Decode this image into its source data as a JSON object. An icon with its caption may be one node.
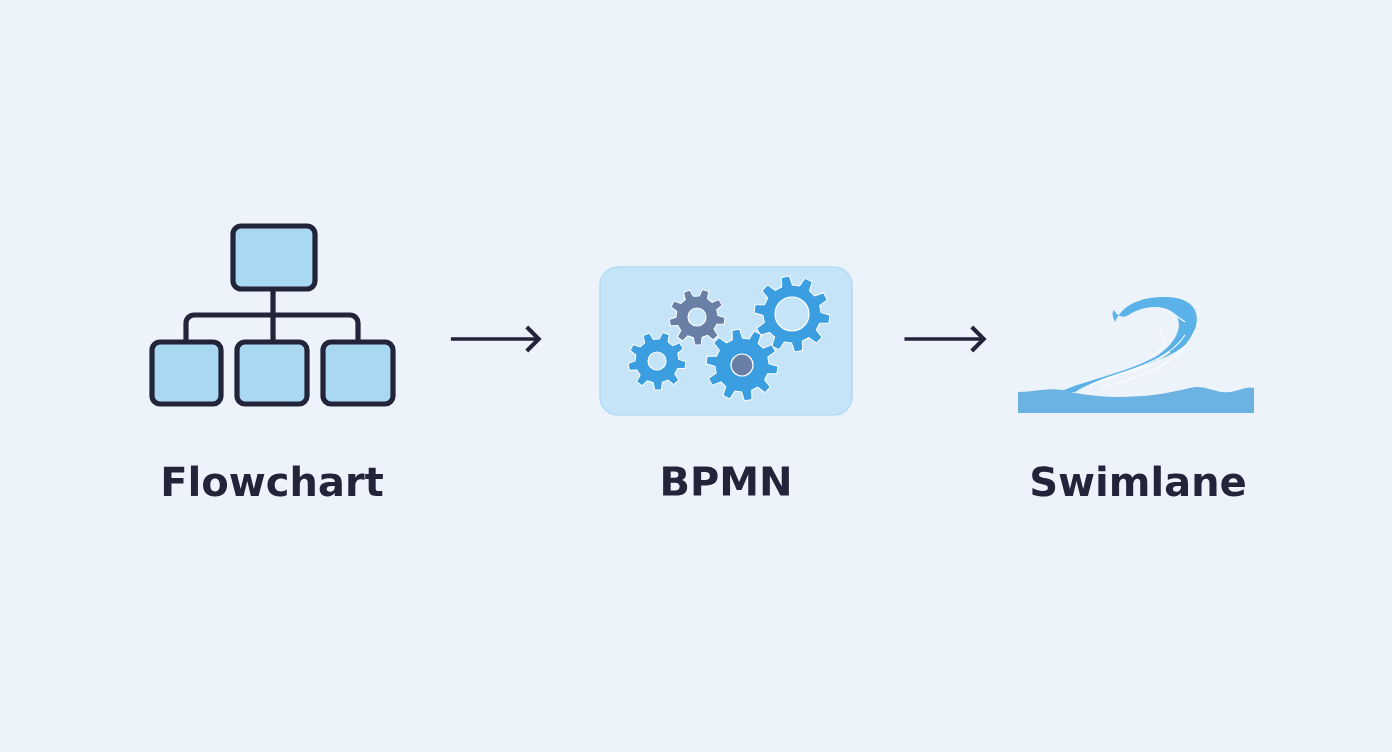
{
  "diagram": {
    "nodes": [
      {
        "text": [
          "Flowchart"
        ]
      },
      {
        "text": [
          "BPMN"
        ]
      },
      {
        "text": [
          "Swimlane"
        ]
      }
    ],
    "edges": [
      {
        "from": 0,
        "to": 1,
        "arrow": "to"
      },
      {
        "from": 1,
        "to": 2,
        "arrow": "to"
      }
    ]
  }
}
